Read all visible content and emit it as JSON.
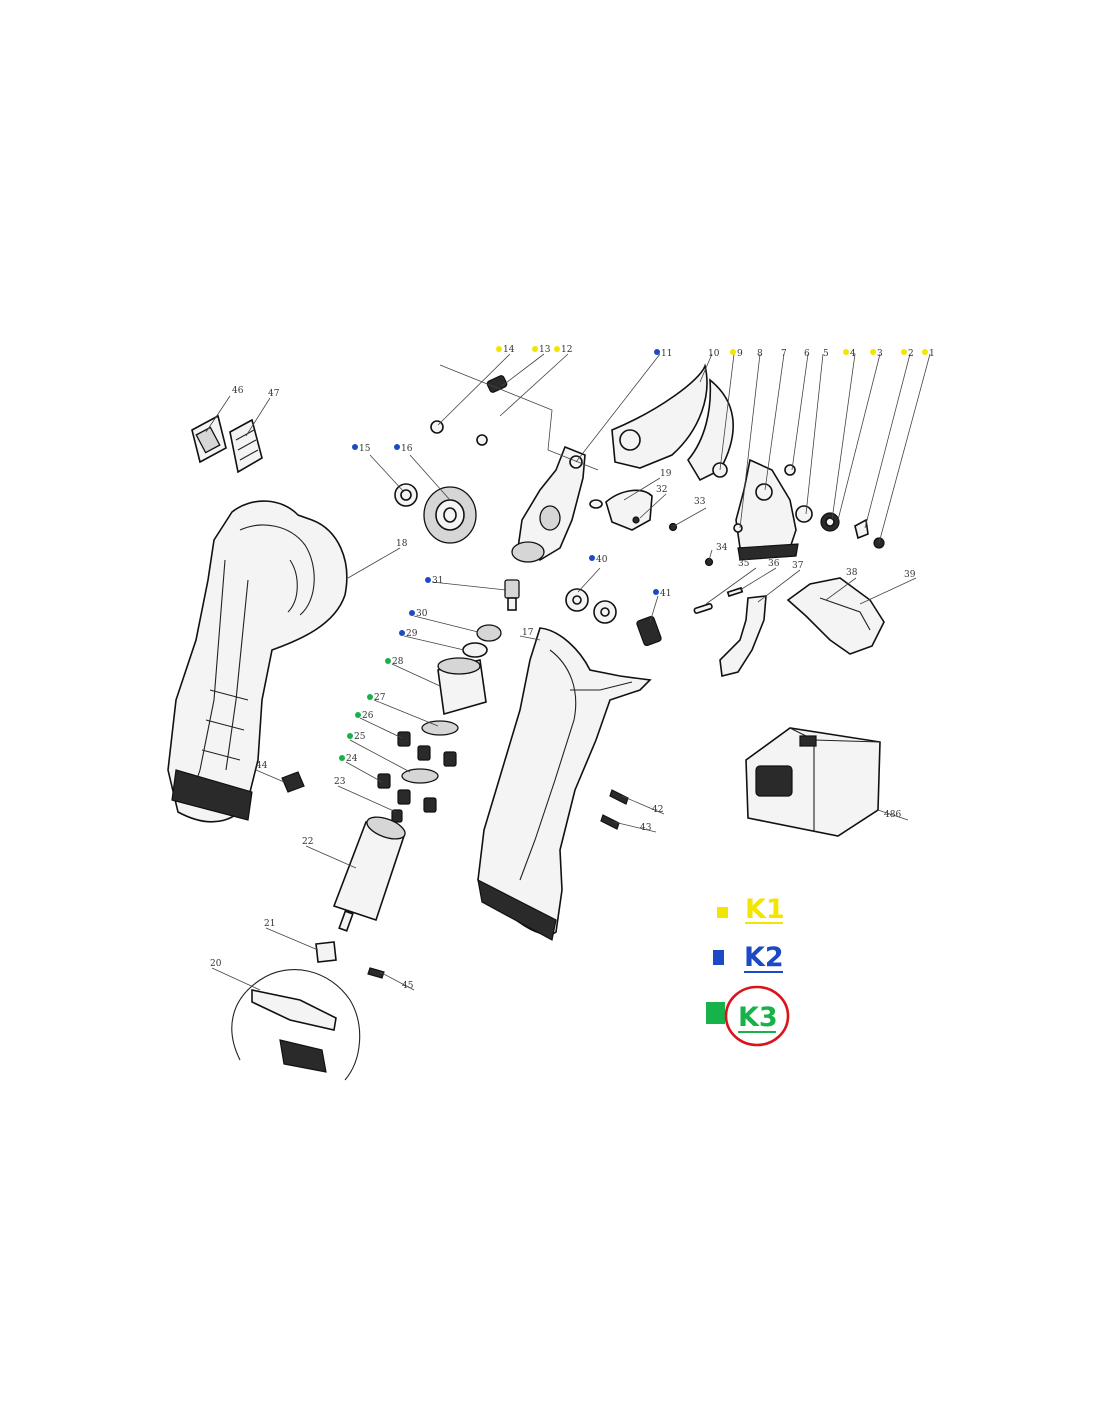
{
  "diagram": {
    "labels": {
      "p1": "1",
      "p2": "2",
      "p3": "3",
      "p4": "4",
      "p5": "5",
      "p6": "6",
      "p7": "7",
      "p8": "8",
      "p9": "9",
      "p10": "10",
      "p11": "11",
      "p12": "12",
      "p13": "13",
      "p14": "14",
      "p15": "15",
      "p16": "16",
      "p17": "17",
      "p18": "18",
      "p19": "19",
      "p20": "20",
      "p21": "21",
      "p22": "22",
      "p23": "23",
      "p24": "24",
      "p25": "25",
      "p26": "26",
      "p27": "27",
      "p28": "28",
      "p29": "29",
      "p30": "30",
      "p31": "31",
      "p32": "32",
      "p33": "33",
      "p34": "34",
      "p35": "35",
      "p36": "36",
      "p37": "37",
      "p38": "38",
      "p39": "39",
      "p40": "40",
      "p41": "41",
      "p42": "42",
      "p43": "43",
      "p44": "44",
      "p45": "45",
      "p46": "46",
      "p47": "47",
      "p486": "486"
    }
  },
  "legend": {
    "k1": {
      "label": "K1",
      "color": "#f2e600"
    },
    "k2": {
      "label": "K2",
      "color": "#1c49c4"
    },
    "k3": {
      "label": "K3",
      "color": "#17b24a"
    },
    "highlight_color": "#d9141b"
  }
}
